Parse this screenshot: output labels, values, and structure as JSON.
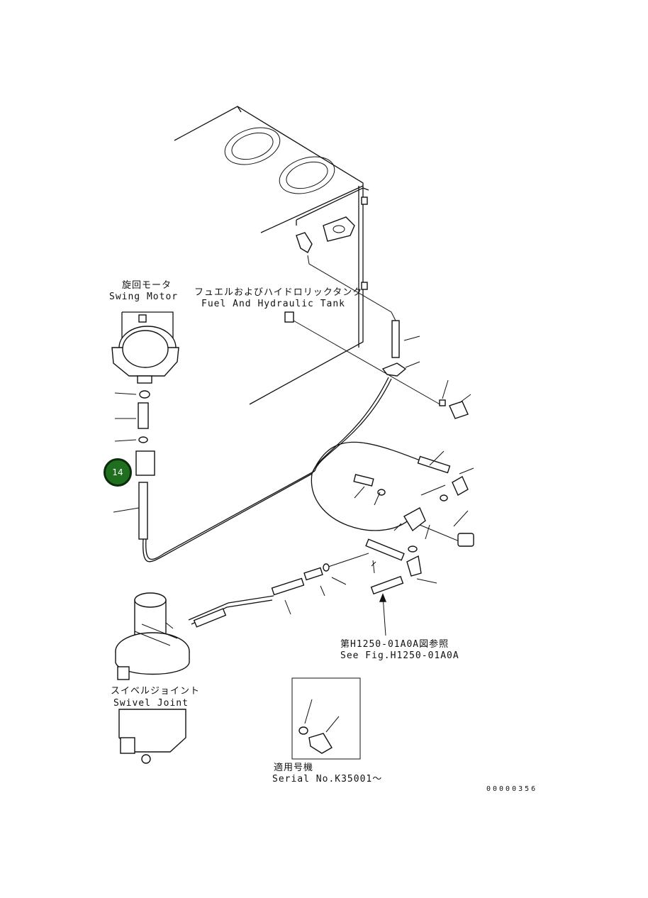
{
  "labels": {
    "swing_motor_jp": "旋回モータ",
    "swing_motor_en": "Swing Motor",
    "tank_jp": "フュエルおよびハイドロリックタンク",
    "tank_en": "Fuel And Hydraulic Tank",
    "see_fig_jp": "第H1250-01A0A図参照",
    "see_fig_en": "See Fig.H1250-01A0A",
    "swivel_jp": "スイベルジョイント",
    "swivel_en": "Swivel Joint",
    "serial_jp": "適用号機",
    "serial_en": "Serial No.K35001～",
    "drawing_number": "00000356"
  },
  "callout": {
    "number": "14",
    "color": "#1f6f1f"
  }
}
